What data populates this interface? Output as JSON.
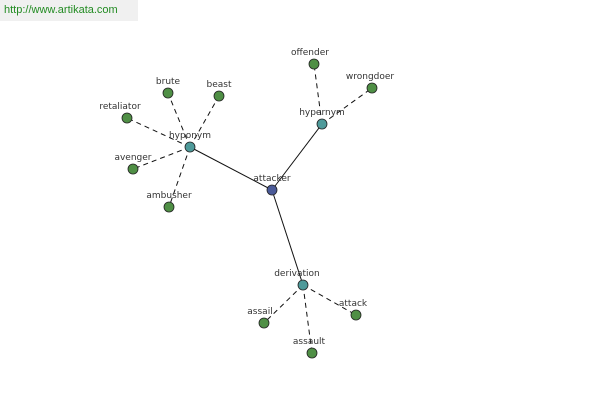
{
  "banner": {
    "url_text": "http://www.artikata.com"
  },
  "colors": {
    "center_node": "#4a5a98",
    "hub_node": "#4e9a9a",
    "leaf_node": "#4f8f45",
    "banner_text": "#228b22"
  },
  "graph": {
    "nodes": [
      {
        "id": "attacker",
        "label": "attacker",
        "kind": "center"
      },
      {
        "id": "hyponym",
        "label": "hyponym",
        "kind": "hub"
      },
      {
        "id": "hypernym",
        "label": "hypernym",
        "kind": "hub"
      },
      {
        "id": "derivation",
        "label": "derivation",
        "kind": "hub"
      },
      {
        "id": "brute",
        "label": "brute",
        "kind": "leaf"
      },
      {
        "id": "beast",
        "label": "beast",
        "kind": "leaf"
      },
      {
        "id": "retaliator",
        "label": "retaliator",
        "kind": "leaf"
      },
      {
        "id": "avenger",
        "label": "avenger",
        "kind": "leaf"
      },
      {
        "id": "ambusher",
        "label": "ambusher",
        "kind": "leaf"
      },
      {
        "id": "offender",
        "label": "offender",
        "kind": "leaf"
      },
      {
        "id": "wrongdoer",
        "label": "wrongdoer",
        "kind": "leaf"
      },
      {
        "id": "assail",
        "label": "assail",
        "kind": "leaf"
      },
      {
        "id": "assault",
        "label": "assault",
        "kind": "leaf"
      },
      {
        "id": "attack",
        "label": "attack",
        "kind": "leaf"
      }
    ],
    "edges": [
      {
        "from": "attacker",
        "to": "hyponym",
        "style": "solid"
      },
      {
        "from": "attacker",
        "to": "hypernym",
        "style": "solid"
      },
      {
        "from": "attacker",
        "to": "derivation",
        "style": "solid"
      },
      {
        "from": "hyponym",
        "to": "brute",
        "style": "dashed"
      },
      {
        "from": "hyponym",
        "to": "beast",
        "style": "dashed"
      },
      {
        "from": "hyponym",
        "to": "retaliator",
        "style": "dashed"
      },
      {
        "from": "hyponym",
        "to": "avenger",
        "style": "dashed"
      },
      {
        "from": "hyponym",
        "to": "ambusher",
        "style": "dashed"
      },
      {
        "from": "hypernym",
        "to": "offender",
        "style": "dashed"
      },
      {
        "from": "hypernym",
        "to": "wrongdoer",
        "style": "dashed"
      },
      {
        "from": "derivation",
        "to": "assail",
        "style": "dashed"
      },
      {
        "from": "derivation",
        "to": "assault",
        "style": "dashed"
      },
      {
        "from": "derivation",
        "to": "attack",
        "style": "dashed"
      }
    ]
  }
}
